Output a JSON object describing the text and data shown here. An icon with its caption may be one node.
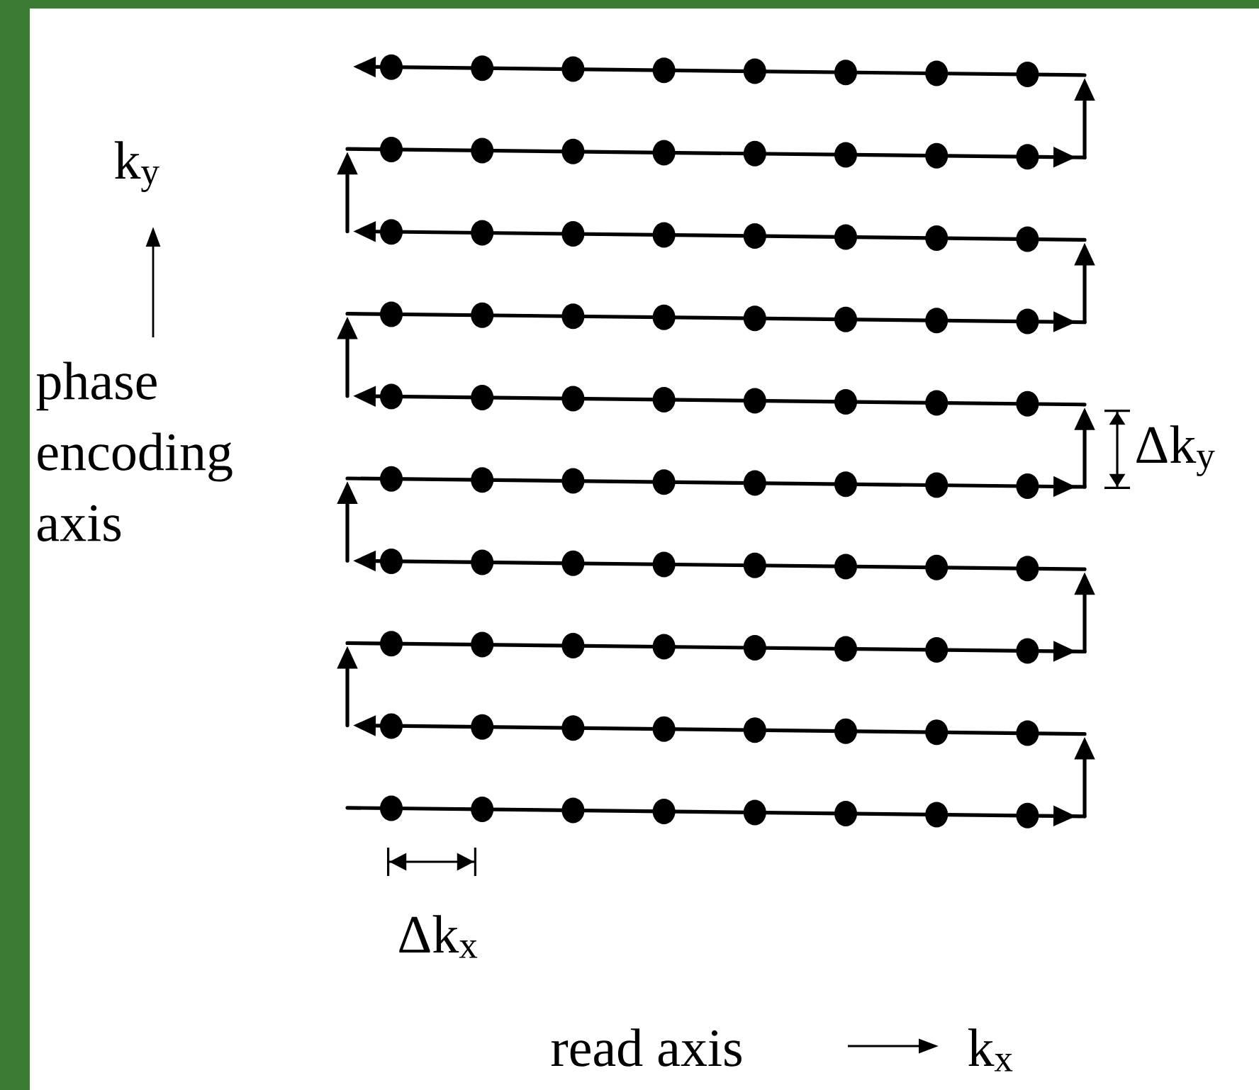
{
  "diagram": {
    "labels": [
      "k$_{y}$",
      "phase encoding axis",
      "Δk$_{y}$",
      "Δk$_{x}$",
      "read axis",
      "k$_{x}$"
    ]
  }
}
